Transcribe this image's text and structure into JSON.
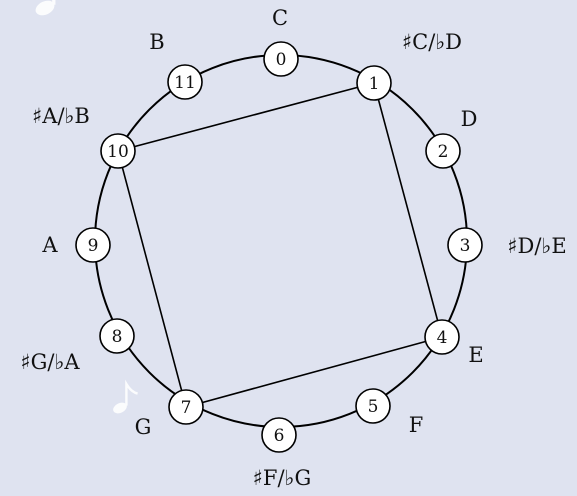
{
  "diagram": {
    "colors": {
      "background": "#dfe3f0",
      "node_fill": "#ffffff",
      "stroke": "#000000",
      "deco": "#ffffff"
    },
    "nodes": [
      {
        "num": "0",
        "label": "C"
      },
      {
        "num": "1",
        "label": "♯C/♭D"
      },
      {
        "num": "2",
        "label": "D"
      },
      {
        "num": "3",
        "label": "♯D/♭E"
      },
      {
        "num": "4",
        "label": "E"
      },
      {
        "num": "5",
        "label": "F"
      },
      {
        "num": "6",
        "label": "♯F/♭G"
      },
      {
        "num": "7",
        "label": "G"
      },
      {
        "num": "8",
        "label": "♯G/♭A"
      },
      {
        "num": "9",
        "label": "A"
      },
      {
        "num": "10",
        "label": "♯A/♭B"
      },
      {
        "num": "11",
        "label": "B"
      }
    ],
    "polygon": [
      1,
      4,
      7,
      10
    ],
    "decorations": [
      "music-note-icon",
      "music-note-icon"
    ]
  }
}
